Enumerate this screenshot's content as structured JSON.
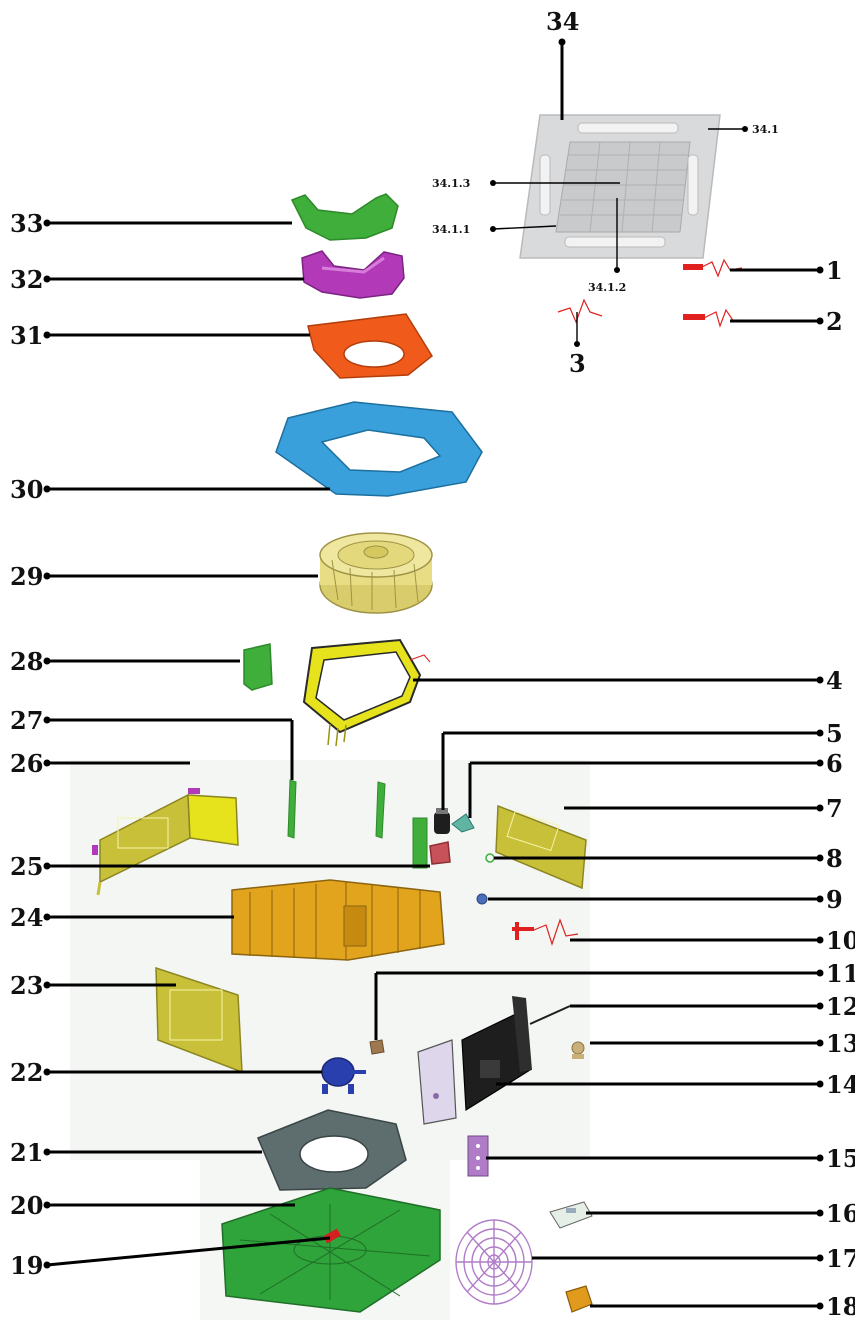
{
  "callouts": {
    "n1": "1",
    "n2": "2",
    "n3": "3",
    "n4": "4",
    "n5": "5",
    "n6": "6",
    "n7": "7",
    "n8": "8",
    "n9": "9",
    "n10": "10",
    "n11": "11",
    "n12": "12",
    "n13": "13",
    "n14": "14",
    "n15": "15",
    "n16": "16",
    "n17": "17",
    "n18": "18",
    "n19": "19",
    "n20": "20",
    "n21": "21",
    "n22": "22",
    "n23": "23",
    "n24": "24",
    "n25": "25",
    "n26": "26",
    "n27": "27",
    "n28": "28",
    "n29": "29",
    "n30": "30",
    "n31": "31",
    "n32": "32",
    "n33": "33",
    "n34": "34",
    "n34_1": "34.1",
    "n34_1_1": "34.1.1",
    "n34_1_2": "34.1.2",
    "n34_1_3": "34.1.3"
  },
  "colors": {
    "panel": "#d9dadb",
    "green": "#3fae3a",
    "magenta": "#b23ab8",
    "orange": "#f05a1a",
    "blue": "#3aa0dc",
    "fan": "#e8dd84",
    "yellow": "#e6e31c",
    "olive": "#c9c03a",
    "gold": "#e1a41c",
    "slate": "#5e6d6e",
    "red": "#e12020",
    "black": "#1e1e1e",
    "purple": "#b07cc8"
  }
}
